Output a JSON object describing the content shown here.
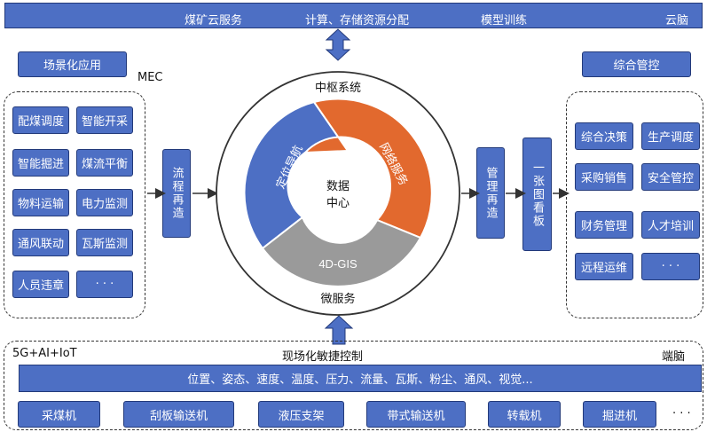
{
  "top_bar": {
    "items": [
      "煤矿云服务",
      "计算、存储资源分配",
      "模型训练"
    ],
    "right_label": "云脑"
  },
  "left": {
    "header": "场景化应用",
    "mec_label": "MEC",
    "items": [
      "配煤调度",
      "智能开采",
      "智能掘进",
      "煤流平衡",
      "物料运输",
      "电力监测",
      "通风联动",
      "瓦斯监测",
      "人员违章",
      "· · ·"
    ],
    "process_label": "流程再造"
  },
  "right": {
    "header": "综合管控",
    "items": [
      "综合决策",
      "生产调度",
      "采购销售",
      "安全管控",
      "财务管理",
      "人才培训",
      "远程运维",
      "· · ·"
    ],
    "mgmt_label": "管理再造",
    "board_label": "一张图看板"
  },
  "center": {
    "top_label": "中枢系统",
    "bottom_label": "微服务",
    "hub_label": "数据中心",
    "segments": [
      "定位导航",
      "网络服务",
      "4D-GIS"
    ],
    "colors": {
      "blue": "#4d6fc4",
      "orange": "#e2692e",
      "gray": "#9a9a9a"
    }
  },
  "bottom": {
    "left_label": "5G+AI+IoT",
    "center_label": "现场化敏捷控制",
    "right_label": "端脑",
    "sensor_text": "位置、姿态、速度、温度、压力、流量、瓦斯、粉尘、通风、视觉...",
    "equipment": [
      "采煤机",
      "刮板输送机",
      "液压支架",
      "带式输送机",
      "转载机",
      "掘进机"
    ],
    "more": "· · ·"
  }
}
